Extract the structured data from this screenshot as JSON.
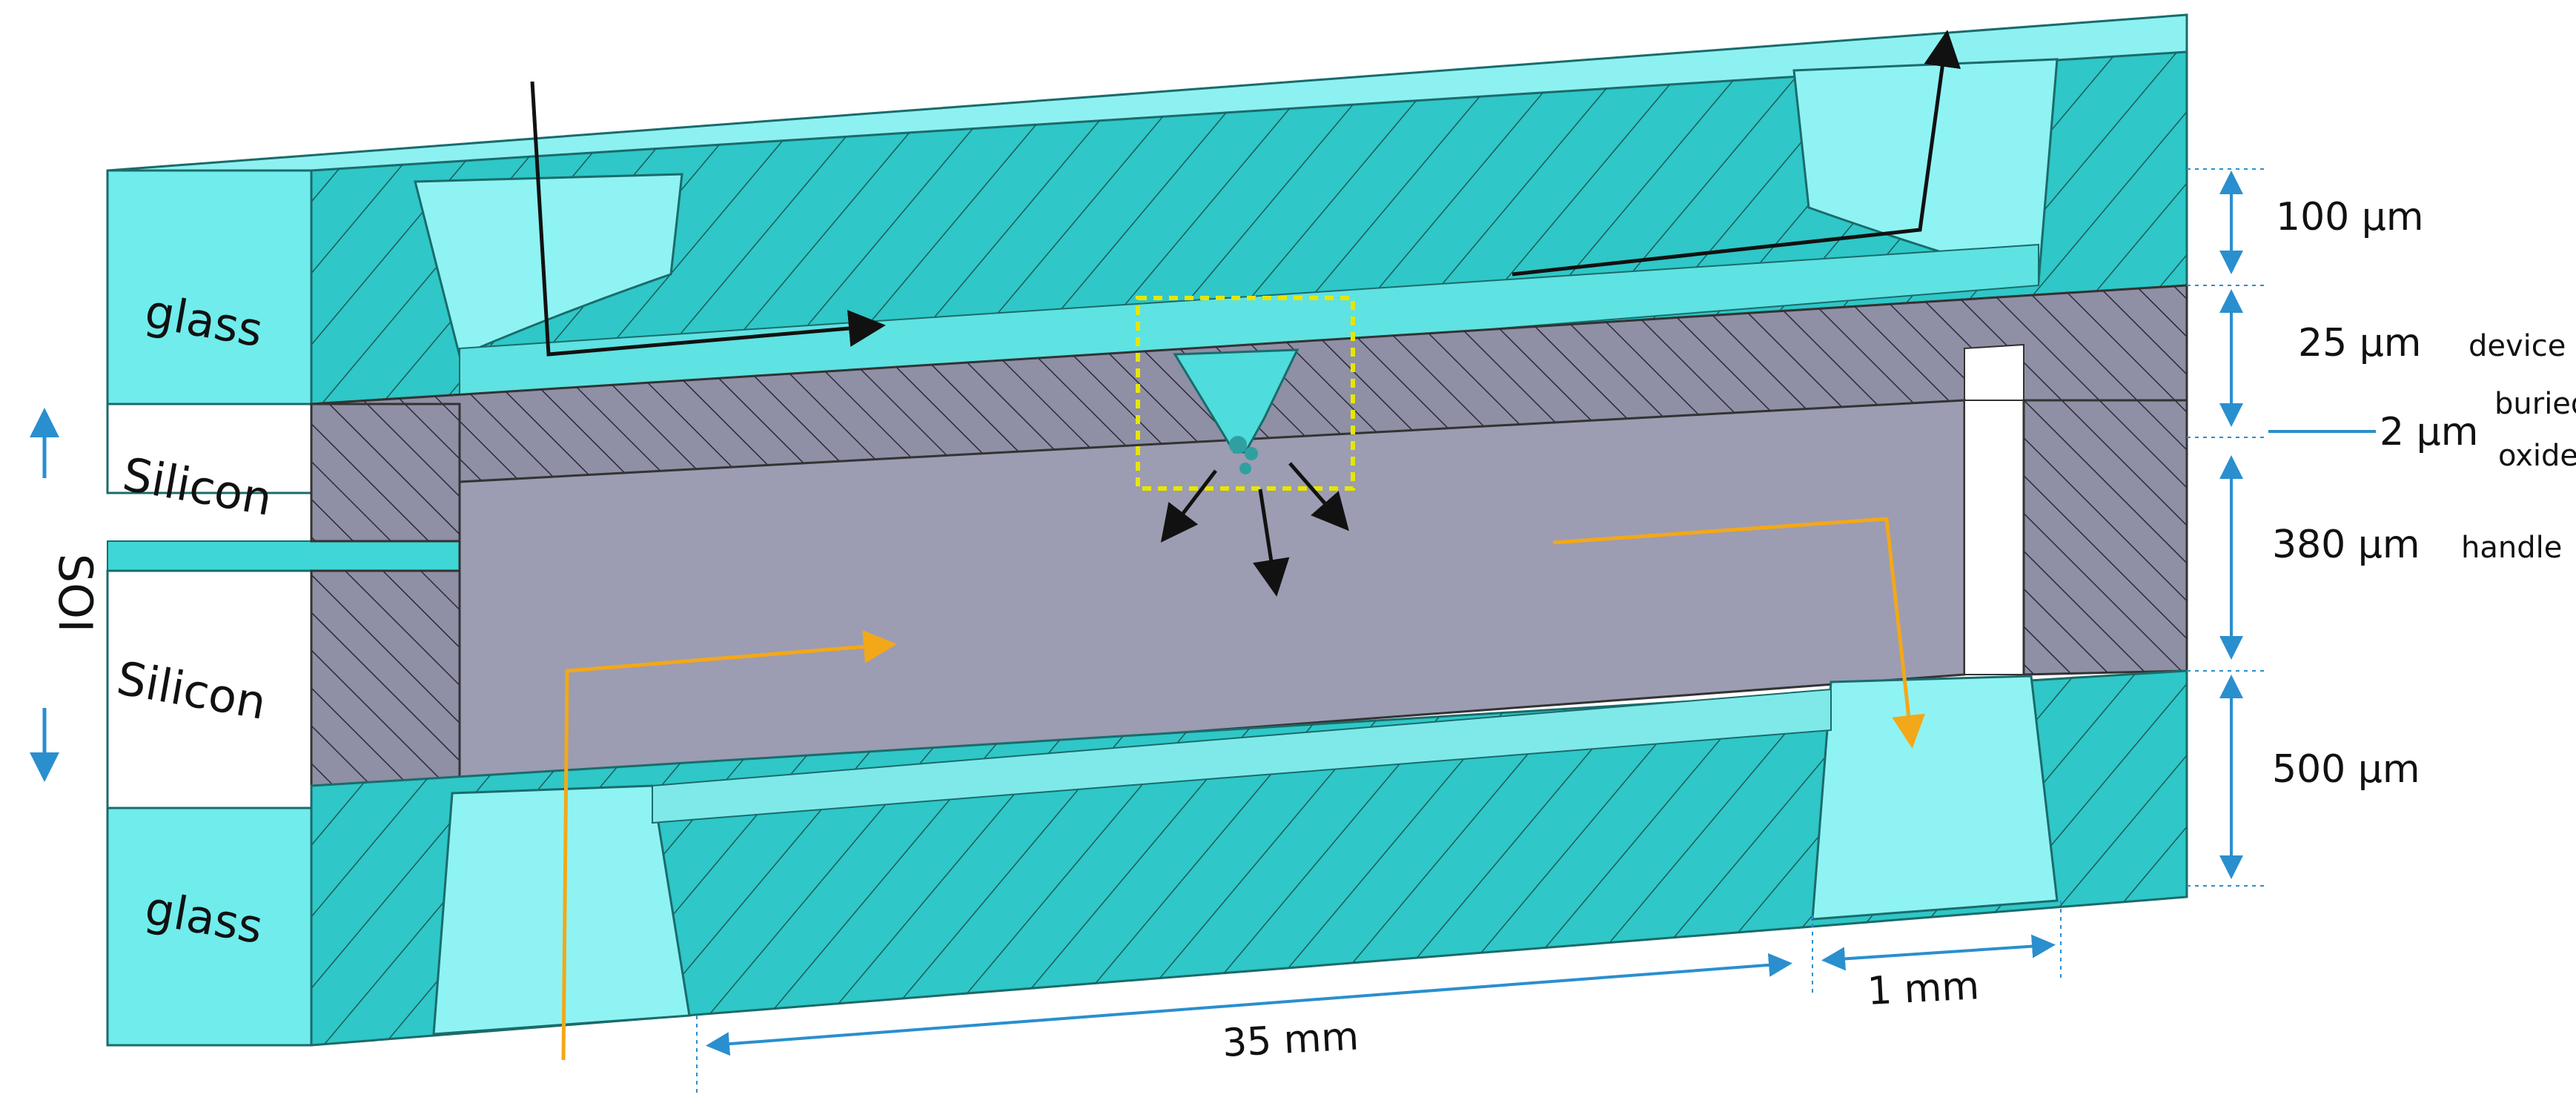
{
  "layers": {
    "glass_top": "glass",
    "silicon_upper": "Silicon",
    "silicon_lower": "Silicon",
    "glass_bottom": "glass"
  },
  "side_label": "SOI",
  "dimensions": {
    "top_glass": "100 µm",
    "device": {
      "value": "25 µm",
      "suffix": "device"
    },
    "oxide": {
      "value": "2 µm",
      "suffix_line1": "buried",
      "suffix_line2": "oxide"
    },
    "handle": {
      "value": "380 µm",
      "suffix": "handle"
    },
    "bottom_glass": "500 µm",
    "length": "35 mm",
    "port": "1 mm"
  },
  "colors": {
    "glass": "#43d8d8",
    "glass_face": "#72ecec",
    "silicon": "#9c9cb3",
    "dimension": "#2a8fcf",
    "flow_upper": "#111111",
    "flow_lower": "#f2a818",
    "highlight_box": "#e6e600"
  }
}
